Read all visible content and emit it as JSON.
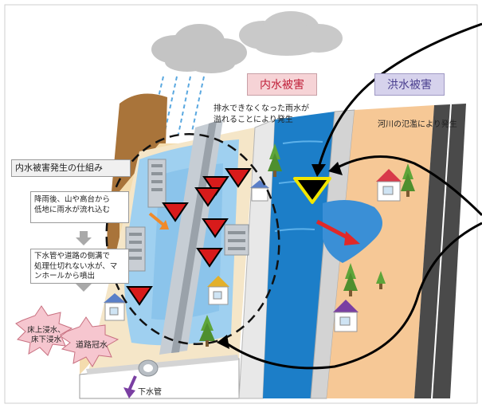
{
  "labels": {
    "inland_damage": "内水被害",
    "flood_damage": "洪水被害",
    "inland_cause": "排水できなくなった雨水が\n溢れることにより発生",
    "flood_cause": "河川の氾濫により発生",
    "mechanism_title": "内水被害発生の仕組み",
    "step1": "降雨後、山や高台から\n低地に雨水が流れ込む",
    "step2": "下水管や道路の側溝で\n処理仕切れない水が、マ\nンホールから噴出",
    "damage_floor": "床上浸水、\n床下浸水",
    "damage_road": "道路冠水",
    "sewer_pipe": "下水管"
  },
  "colors": {
    "inland_label_bg": "#f6d3d6",
    "inland_label_text": "#c0203a",
    "flood_label_bg": "#d6d2ec",
    "flood_label_text": "#4a3f8f",
    "river": "#1c7ec8",
    "flood_water": "#3a8fd6",
    "ground": "#f4c48f",
    "warning_marker": "#d81b1b",
    "highlight_marker": "#f2e600"
  }
}
